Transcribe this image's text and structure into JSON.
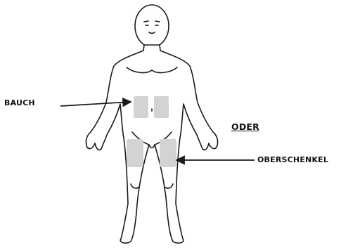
{
  "labels": {
    "bauch": "BAUCH",
    "oder": "ODER",
    "oberschenkel": "OBERSCHENKEL"
  },
  "colors": {
    "outline": "#1a1a1a",
    "injection_area": "#d3d3d3",
    "text": "#111111"
  },
  "icons": {
    "figure": "human-body-outline-icon"
  }
}
